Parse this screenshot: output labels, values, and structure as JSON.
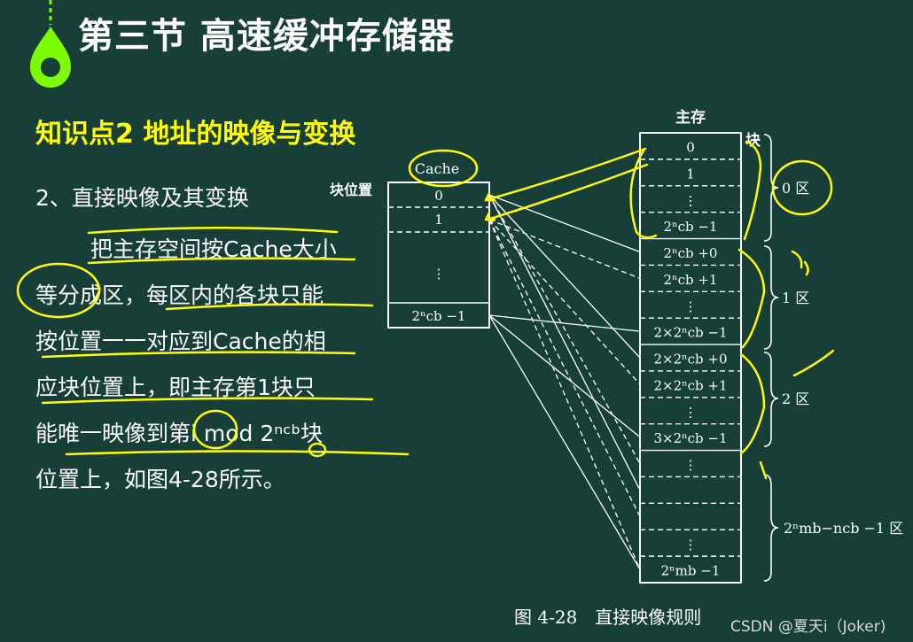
{
  "header": {
    "title": "第三节 高速缓冲存储器"
  },
  "knowledge_point": "知识点2 地址的映像与变换",
  "section_heading": "2、直接映像及其变换",
  "body_lines": [
    "把主存空间按Cache大小",
    "等分成区，每区内的各块只能",
    "按位置一一对应到Cache的相",
    "应块位置上，即主存第1块只",
    "能唯一映像到第i mod 2ⁿᶜᵇ块",
    "位置上，如图4-28所示。"
  ],
  "diagram": {
    "cache_label": "Cache",
    "block_position_label": "块位置",
    "cache_rows": [
      "0",
      "1",
      "⋮",
      "2ⁿcb −1"
    ],
    "main_memory_label": "主存",
    "block_label": "块",
    "memory_rows": [
      "0",
      "1",
      "⋮",
      "2ⁿcb −1",
      "2ⁿcb +0",
      "2ⁿcb +1",
      "⋮",
      "2×2ⁿcb −1",
      "2×2ⁿcb +0",
      "2×2ⁿcb +1",
      "⋮",
      "3×2ⁿcb −1",
      "⋮",
      "",
      "",
      "⋮",
      "2ⁿmb −1"
    ],
    "zones": [
      "0 区",
      "1 区",
      "2 区",
      "2ⁿmb−ncb −1 区"
    ],
    "caption": "图 4-28　直接映像规则"
  },
  "watermark": "CSDN @夏天i（Joker)",
  "colors": {
    "background": "#173f37",
    "accent": "#ffff00",
    "logo": "#7cfc00"
  }
}
